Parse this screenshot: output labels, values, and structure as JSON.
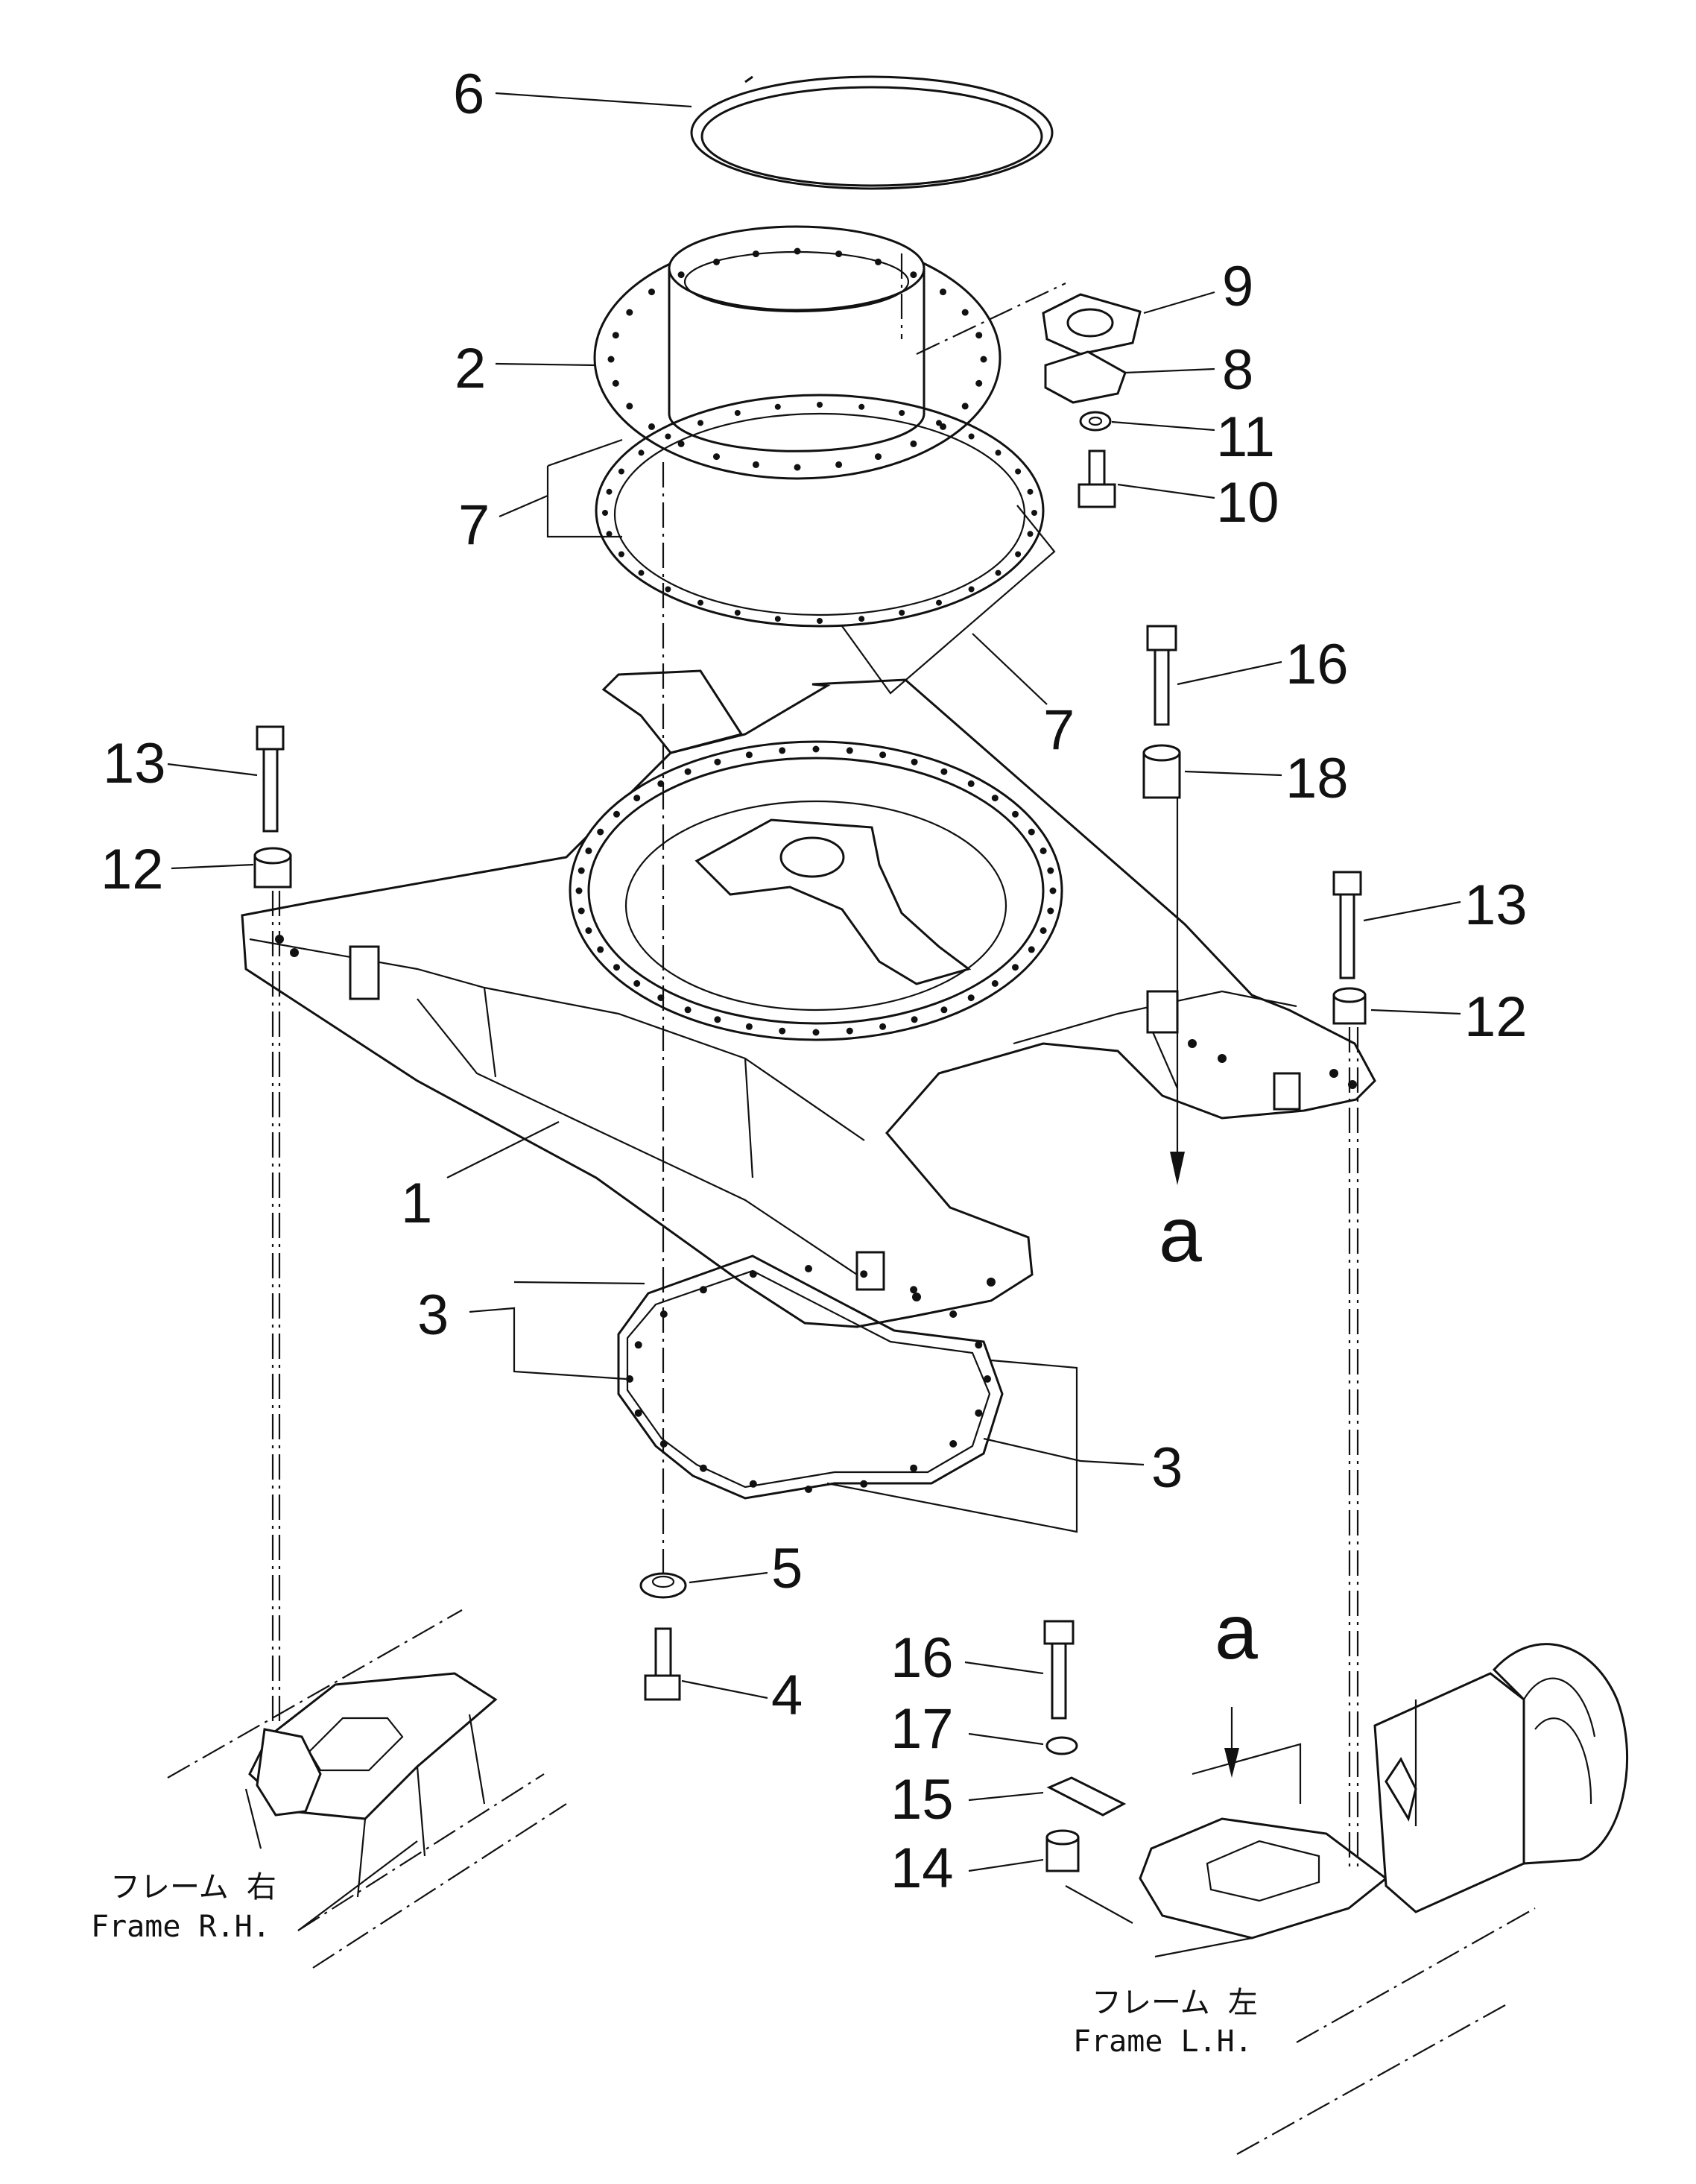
{
  "callouts": {
    "c1": "1",
    "c2": "2",
    "c3a": "3",
    "c3b": "3",
    "c4": "4",
    "c5": "5",
    "c6": "6",
    "c7a": "7",
    "c7b": "7",
    "c8": "8",
    "c9": "9",
    "c10": "10",
    "c11": "11",
    "c12a": "12",
    "c12b": "12",
    "c13a": "13",
    "c13b": "13",
    "c14": "14",
    "c15": "15",
    "c16a": "16",
    "c16b": "16",
    "c17": "17",
    "c18": "18"
  },
  "view_markers": {
    "arrow_top": "a",
    "arrow_bottom": "a"
  },
  "frame_labels": {
    "right_jp": "フレーム 右",
    "right_en": "Frame R.H.",
    "left_jp": "フレーム 左",
    "left_en": "Frame L.H."
  }
}
